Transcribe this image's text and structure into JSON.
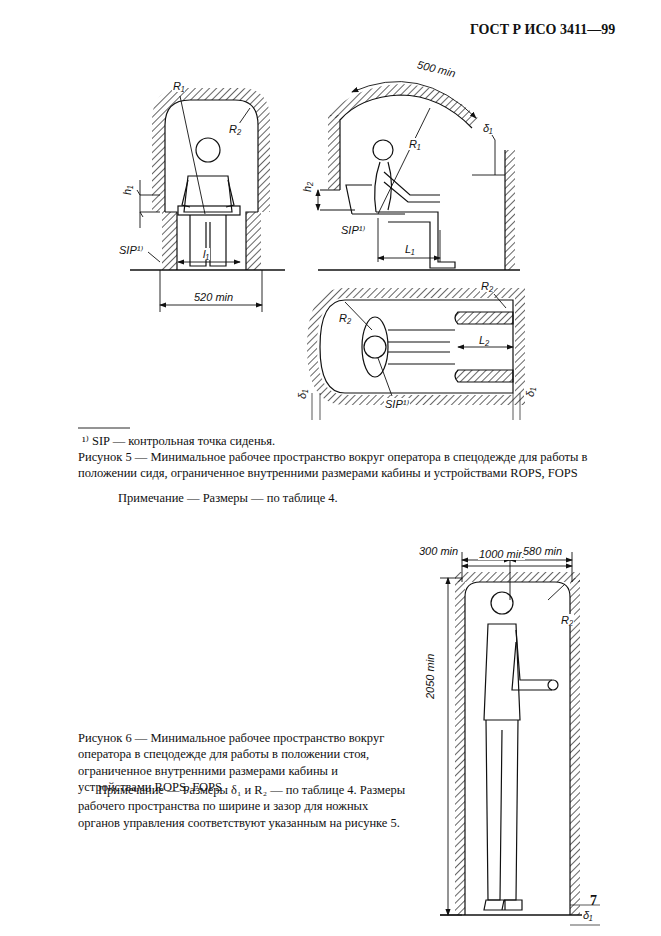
{
  "diagram": {
    "labels": [
      "ГОСТ Р ИСО 3411—99",
      "R₁",
      "R₂",
      "h₁",
      "SIP¹⁾",
      "l₁",
      "520 min",
      "500 min",
      "R₁",
      "δ₁",
      "h₂",
      "SIP¹⁾",
      "L₁",
      "R₂",
      "R₂",
      "L₂",
      "δ₁",
      "δ₁",
      "SIP¹⁾",
      "¹⁾ SIP — контрольная точка сиденья.",
      "Рисунок 5 — Минимальное рабочее пространство вокруг оператора в спецодежде для работы в положении сидя, ограниченное внутренними размерами кабины и устройствами ROPS, FOPS",
      "Примечание — Размеры — по таблице 4.",
      "300 min",
      "1000 min",
      "580 min",
      "R₂",
      "2050 min",
      "δ₁",
      "Рисунок 6 — Минимальное рабочее пространство вокруг оператора в спецодежде для работы в положении стоя, ограниченное внутренними размерами кабины и устройствами ROPS, FOPS",
      "Примечание — Размеры δ₁ и R₂ — по таблице 4. Размеры рабочего пространства по ширине и зазор для ножных органов управления соответствуют указанным на рисунке 5.",
      "7"
    ]
  }
}
